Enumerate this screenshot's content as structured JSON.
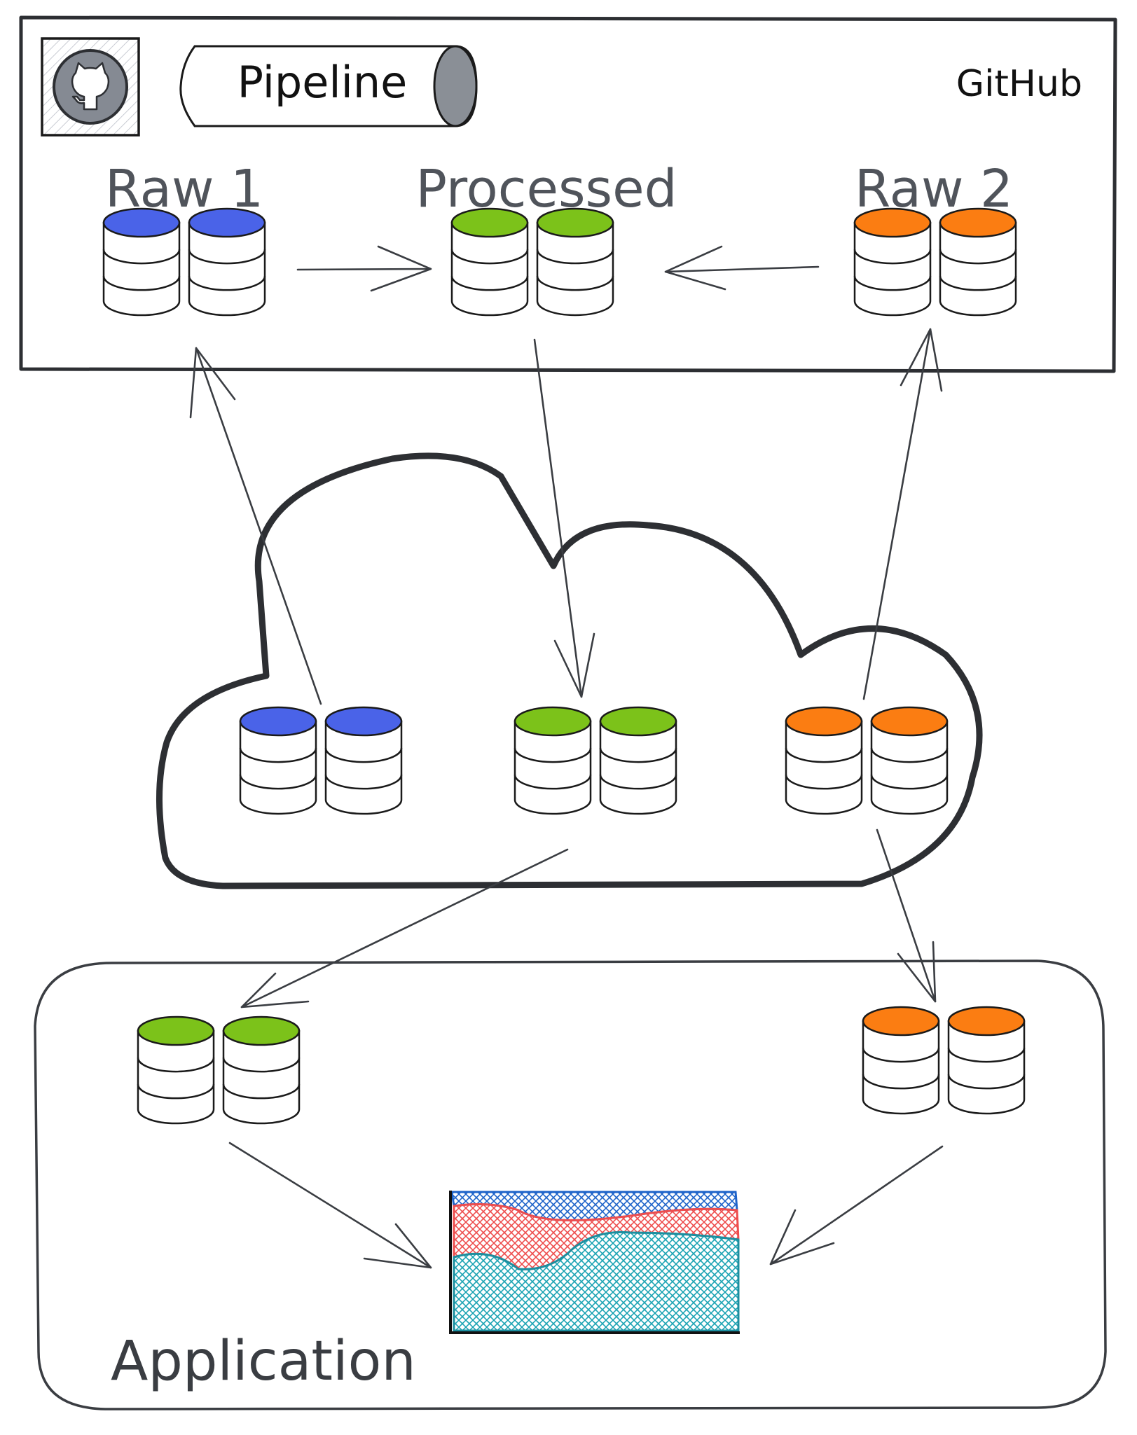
{
  "colors": {
    "blue": "#4a63e8",
    "green": "#7cc21a",
    "orange": "#fb7d12",
    "ink": "#3a3d42",
    "chart_teal": "#1ba3b3",
    "chart_red": "#ee4d4d",
    "chart_blue": "#1e63c9"
  },
  "github": {
    "label": "GitHub",
    "logo_icon": "github-octocat-icon",
    "pipeline_label": "Pipeline",
    "datasets": {
      "raw1": "Raw 1",
      "processed": "Processed",
      "raw2": "Raw 2"
    }
  },
  "application": {
    "label": "Application"
  }
}
